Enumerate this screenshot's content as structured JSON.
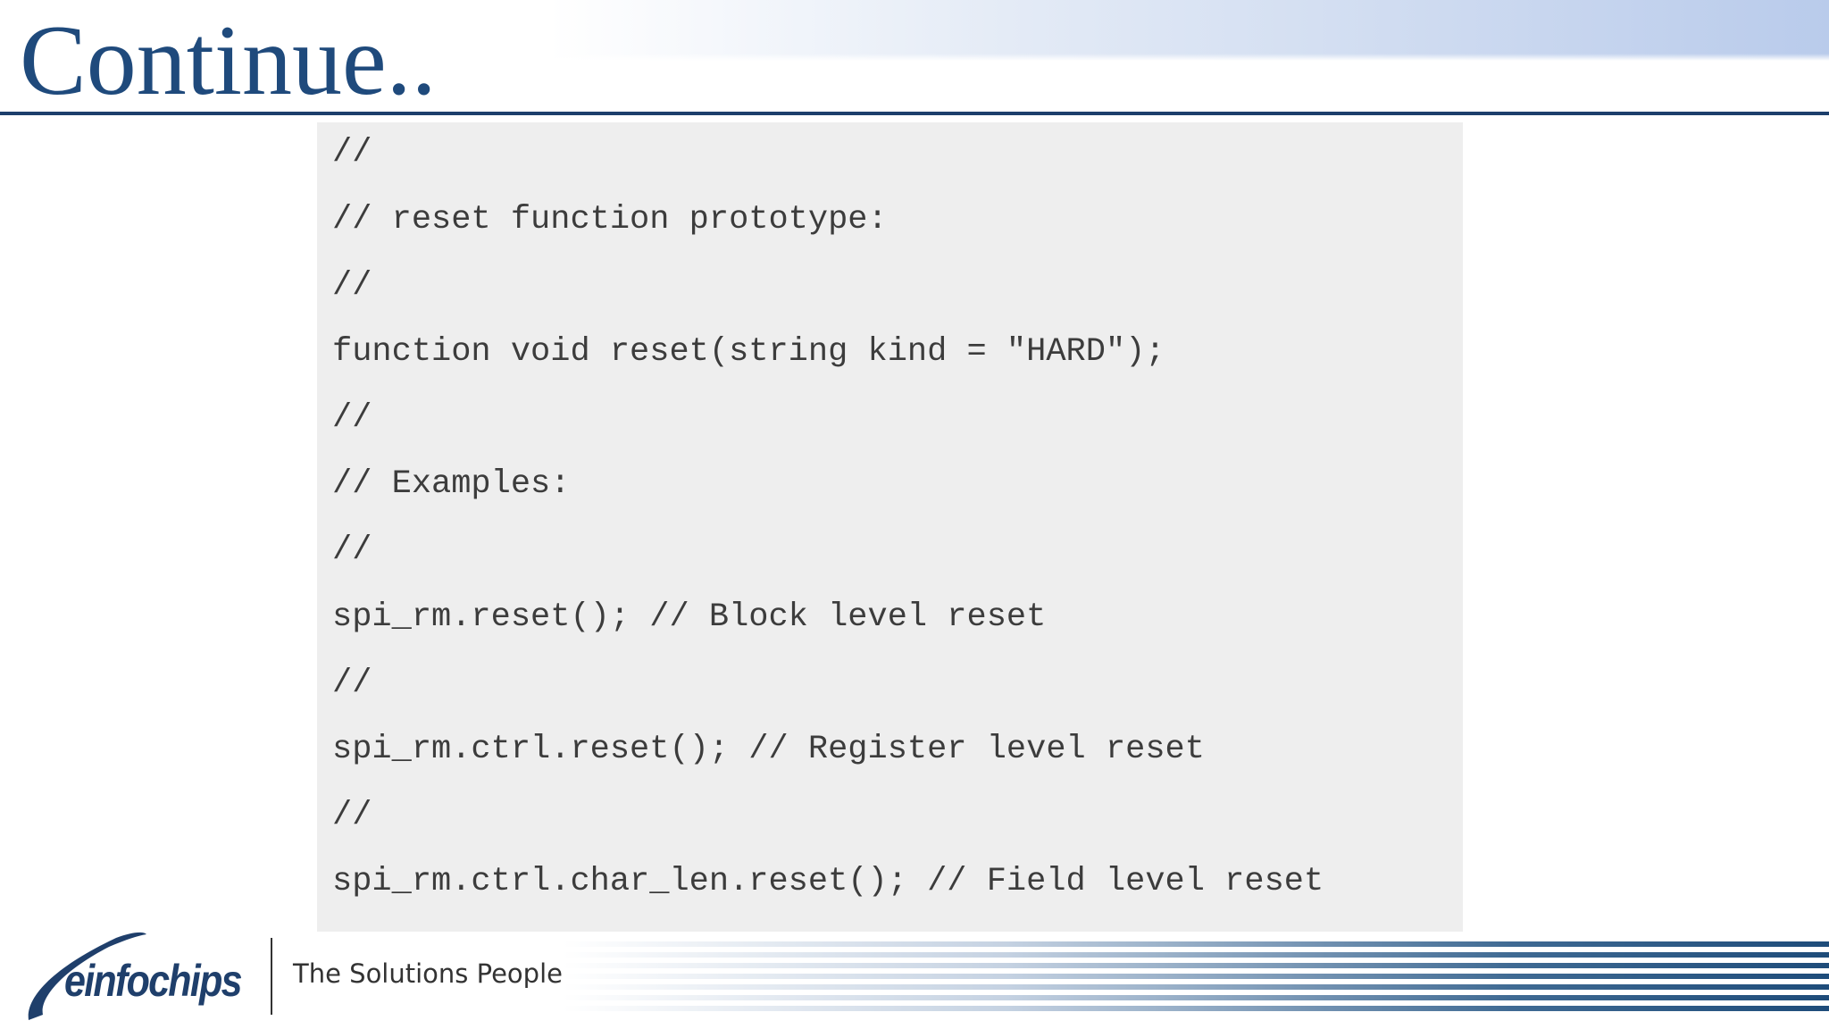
{
  "slide": {
    "title": "Continue..",
    "accent_color": "#1f4a7c",
    "rule_color": "#1d3f6c"
  },
  "code": {
    "background": "#eeeeee",
    "lines": [
      "//",
      "// reset function prototype:",
      "//",
      "function void reset(string kind = \"HARD\");",
      "//",
      "// Examples:",
      "//",
      "spi_rm.reset(); // Block level reset",
      "//",
      "spi_rm.ctrl.reset(); // Register level reset",
      "//",
      "spi_rm.ctrl.char_len.reset(); // Field level reset"
    ]
  },
  "footer": {
    "logo_text": "einfochips",
    "logo_icon": "einfochips-swoosh-logo",
    "tagline": "The Solutions People"
  }
}
